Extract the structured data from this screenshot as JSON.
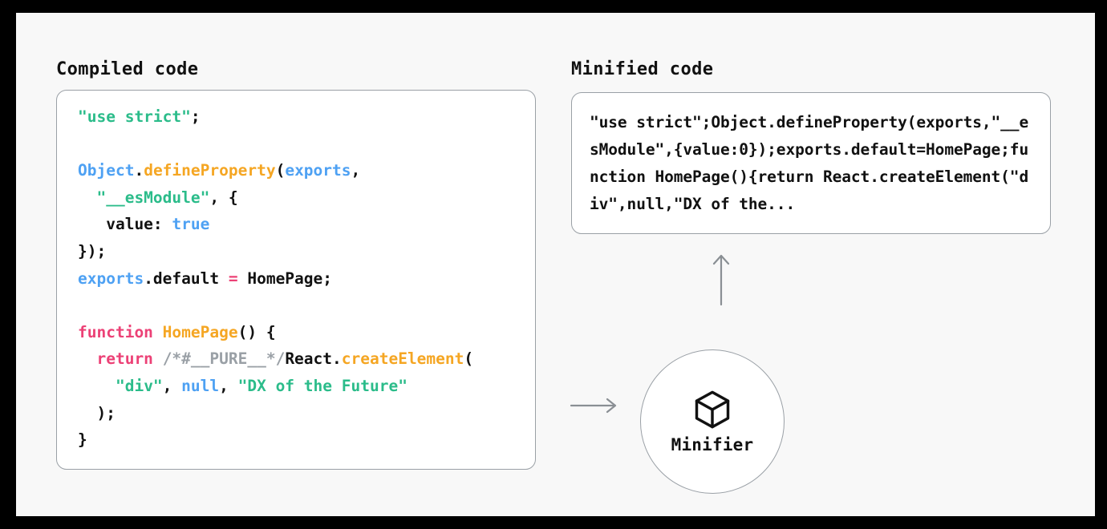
{
  "diagram": {
    "background": "#f8f8f8",
    "frame_color": "#000000",
    "border_color": "#9aa0a6"
  },
  "panels": {
    "compiled": {
      "title": "Compiled code",
      "lines": [
        [
          {
            "t": "str",
            "v": "\"use strict\""
          },
          {
            "t": "punc",
            "v": ";"
          }
        ],
        [
          {
            "t": "plain",
            "v": ""
          }
        ],
        [
          {
            "t": "var",
            "v": "Object"
          },
          {
            "t": "punc",
            "v": "."
          },
          {
            "t": "fn",
            "v": "defineProperty"
          },
          {
            "t": "punc",
            "v": "("
          },
          {
            "t": "var",
            "v": "exports"
          },
          {
            "t": "punc",
            "v": ","
          }
        ],
        [
          {
            "t": "plain",
            "v": "  "
          },
          {
            "t": "str",
            "v": "\"__esModule\""
          },
          {
            "t": "punc",
            "v": ", {"
          }
        ],
        [
          {
            "t": "plain",
            "v": "   value: "
          },
          {
            "t": "var",
            "v": "true"
          }
        ],
        [
          {
            "t": "punc",
            "v": "});"
          }
        ],
        [
          {
            "t": "var",
            "v": "exports"
          },
          {
            "t": "plain",
            "v": ".default "
          },
          {
            "t": "kw",
            "v": "="
          },
          {
            "t": "plain",
            "v": " HomePage;"
          }
        ],
        [
          {
            "t": "plain",
            "v": ""
          }
        ],
        [
          {
            "t": "kw",
            "v": "function"
          },
          {
            "t": "plain",
            "v": " "
          },
          {
            "t": "fn",
            "v": "HomePage"
          },
          {
            "t": "punc",
            "v": "() {"
          }
        ],
        [
          {
            "t": "plain",
            "v": "  "
          },
          {
            "t": "kw",
            "v": "return"
          },
          {
            "t": "plain",
            "v": " "
          },
          {
            "t": "cmt",
            "v": "/*#__PURE__*/"
          },
          {
            "t": "plain",
            "v": "React."
          },
          {
            "t": "fn",
            "v": "createElement"
          },
          {
            "t": "punc",
            "v": "("
          }
        ],
        [
          {
            "t": "plain",
            "v": "    "
          },
          {
            "t": "str",
            "v": "\"div\""
          },
          {
            "t": "punc",
            "v": ", "
          },
          {
            "t": "var",
            "v": "null"
          },
          {
            "t": "punc",
            "v": ", "
          },
          {
            "t": "str",
            "v": "\"DX of the Future\""
          }
        ],
        [
          {
            "t": "plain",
            "v": "  "
          },
          {
            "t": "punc",
            "v": ");"
          }
        ],
        [
          {
            "t": "punc",
            "v": "}"
          }
        ]
      ]
    },
    "minified": {
      "title": "Minified code",
      "code": "\"use strict\";Object.defineProperty(exports,\"__esModule\",{value:0});exports.default=HomePage;function HomePage(){return React.createElement(\"div\",null,\"DX of the..."
    }
  },
  "node": {
    "label": "Minifier",
    "icon": "cube-icon"
  },
  "arrows": {
    "to_minifier": "arrow-right",
    "to_minified_code": "arrow-up",
    "color": "#8a8f94"
  }
}
